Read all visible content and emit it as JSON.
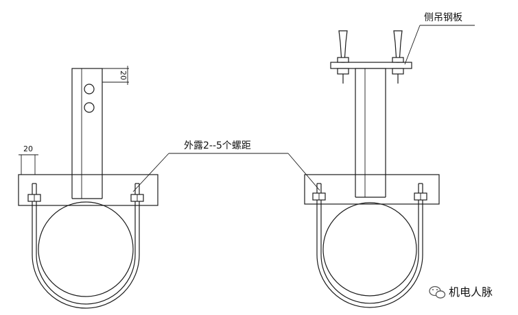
{
  "labels": {
    "side_plate": "侧吊钢板",
    "thread_note": "外露2--5个螺距",
    "dim_vertical": "20",
    "dim_horizontal": "20"
  },
  "watermark": {
    "icon": "wechat-icon",
    "text": "机电人脉"
  }
}
